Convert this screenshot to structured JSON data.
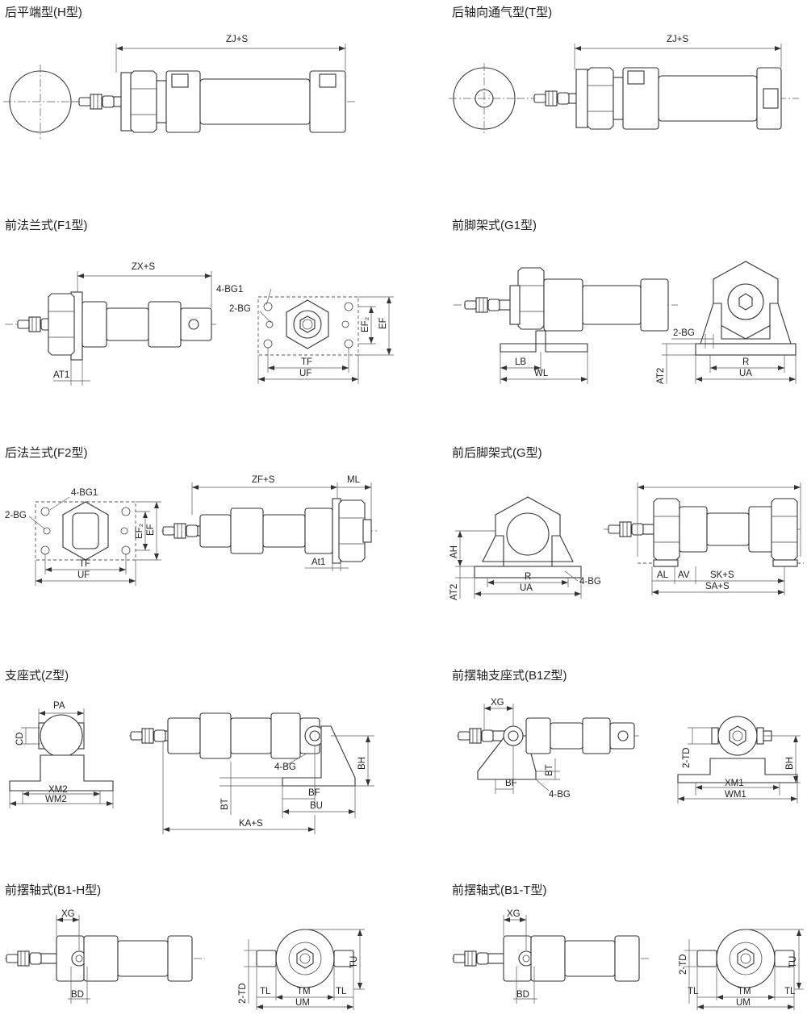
{
  "sections": [
    {
      "title": "后平端型(H型)",
      "labels": [
        "ZJ+S"
      ]
    },
    {
      "title": "后轴向通气型(T型)",
      "labels": [
        "ZJ+S"
      ]
    },
    {
      "title": "前法兰式(F1型)",
      "labels": [
        "ZX+S",
        "AT1",
        "4-BG1",
        "2-BG",
        "EF₂",
        "EF",
        "TF",
        "UF"
      ]
    },
    {
      "title": "前脚架式(G1型)",
      "labels": [
        "LB",
        "WL",
        "2-BG",
        "AT2",
        "R",
        "UA"
      ]
    },
    {
      "title": "后法兰式(F2型)",
      "labels": [
        "4-BG1",
        "2-BG",
        "EF₂",
        "EF",
        "TF",
        "UF",
        "ZF+S",
        "ML",
        "At1"
      ]
    },
    {
      "title": "前后脚架式(G型)",
      "labels": [
        "AH",
        "AT2",
        "R",
        "UA",
        "4-BG",
        "AL",
        "AV",
        "SK+S",
        "SA+S"
      ]
    },
    {
      "title": "支座式(Z型)",
      "labels": [
        "PA",
        "CD",
        "XM2",
        "WM2",
        "4-BG",
        "BF",
        "BU",
        "BT",
        "BH",
        "KA+S"
      ]
    },
    {
      "title": "前摆轴支座式(B1Z型)",
      "labels": [
        "XG",
        "BT",
        "BF",
        "4-BG",
        "2-TD",
        "XM1",
        "WM1",
        "BH"
      ]
    },
    {
      "title": "前摆轴式(B1-H型)",
      "labels": [
        "XG",
        "BD",
        "2-TD",
        "TL",
        "TM",
        "TL",
        "UM",
        "TU"
      ]
    },
    {
      "title": "前摆轴式(B1-T型)",
      "labels": [
        "XG",
        "BD",
        "2-TD",
        "TL",
        "TM",
        "TL",
        "UM",
        "TU"
      ]
    }
  ]
}
